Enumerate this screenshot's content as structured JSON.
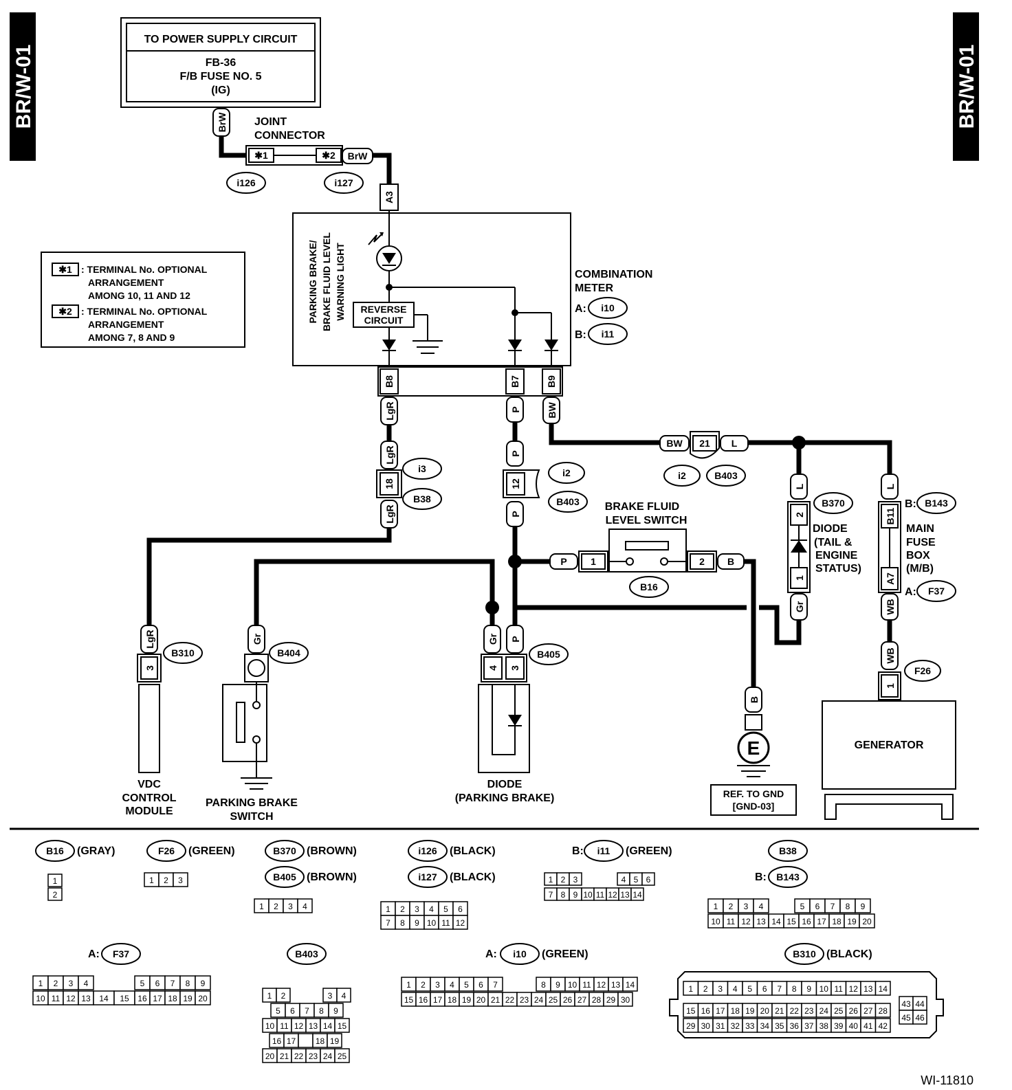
{
  "side_tabs": {
    "left": "BR/W-01",
    "right": "BR/W-01"
  },
  "power_supply": {
    "title": "TO POWER SUPPLY CIRCUIT",
    "line1": "FB-36",
    "line2": "F/B FUSE NO. 5",
    "line3": "(IG)"
  },
  "joint_connector": {
    "label1": "JOINT",
    "label2": "CONNECTOR",
    "t1": "✱1",
    "t2": "✱2",
    "c1": "i126",
    "c2": "i127"
  },
  "legend": {
    "k1": "✱1",
    "k1_l1": ": TERMINAL No. OPTIONAL",
    "k1_l2": "ARRANGEMENT",
    "k1_l3": "AMONG 10, 11 AND 12",
    "k2": "✱2",
    "k2_l1": ": TERMINAL No. OPTIONAL",
    "k2_l2": "ARRANGEMENT",
    "k2_l3": "AMONG 7, 8 AND 9"
  },
  "combination_meter": {
    "label1": "COMBINATION",
    "label2": "METER",
    "a_prefix": "A:",
    "a_conn": "i10",
    "b_prefix": "B:",
    "b_conn": "i11",
    "warn1": "PARKING BRAKE/",
    "warn2": "BRAKE FLUID LEVEL",
    "warn3": "WARNING LIGHT",
    "reverse1": "REVERSE",
    "reverse2": "CIRCUIT"
  },
  "pins": {
    "a3": "A3",
    "b8": "B8",
    "b7": "B7",
    "b9": "B9",
    "p18": "18",
    "p12": "12",
    "p21": "21",
    "p3": "3",
    "p4": "4",
    "p1": "1",
    "p2": "2",
    "b11": "B11",
    "a7": "A7"
  },
  "wires": {
    "brw": "BrW",
    "lgr": "LgR",
    "p": "P",
    "bw": "BW",
    "l": "L",
    "gr": "Gr",
    "b": "B",
    "wb": "WB"
  },
  "connectors": {
    "i3": "i3",
    "b38": "B38",
    "i2": "i2",
    "b403": "B403",
    "b370": "B370",
    "b143": "B143",
    "f37": "F37",
    "b16": "B16",
    "b310": "B310",
    "b404": "B404",
    "b405": "B405",
    "f26": "F26",
    "b_prefix": "B:",
    "a_prefix": "A:"
  },
  "components": {
    "brake_fluid1": "BRAKE FLUID",
    "brake_fluid2": "LEVEL SWITCH",
    "diode_ts1": "DIODE",
    "diode_ts2": "(TAIL &",
    "diode_ts3": "ENGINE",
    "diode_ts4": "STATUS)",
    "main_fuse1": "MAIN",
    "main_fuse2": "FUSE",
    "main_fuse3": "BOX",
    "main_fuse4": "(M/B)",
    "vdc1": "VDC",
    "vdc2": "CONTROL",
    "vdc3": "MODULE",
    "pbs1": "PARKING BRAKE",
    "pbs2": "SWITCH",
    "diode_pb1": "DIODE",
    "diode_pb2": "(PARKING BRAKE)",
    "ground_e": "E",
    "gnd1": "REF. TO GND",
    "gnd2": "[GND-03]",
    "generator": "GENERATOR"
  },
  "connector_views": {
    "b16": {
      "name": "B16",
      "color": "(GRAY)"
    },
    "f26": {
      "name": "F26",
      "color": "(GREEN)"
    },
    "b370": {
      "name": "B370",
      "color": "(BROWN)"
    },
    "b405": {
      "name": "B405",
      "color": "(BROWN)"
    },
    "i126": {
      "name": "i126",
      "color": "(BLACK)"
    },
    "i127": {
      "name": "i127",
      "color": "(BLACK)"
    },
    "i11": {
      "prefix": "B:",
      "name": "i11",
      "color": "(GREEN)"
    },
    "b38": {
      "name": "B38"
    },
    "b143": {
      "prefix": "B:",
      "name": "B143"
    },
    "f37": {
      "prefix": "A:",
      "name": "F37"
    },
    "b403": {
      "name": "B403"
    },
    "i10": {
      "prefix": "A:",
      "name": "i10",
      "color": "(GREEN)"
    },
    "b310": {
      "name": "B310",
      "color": "(BLACK)"
    }
  },
  "figure_id": "WI-11810"
}
